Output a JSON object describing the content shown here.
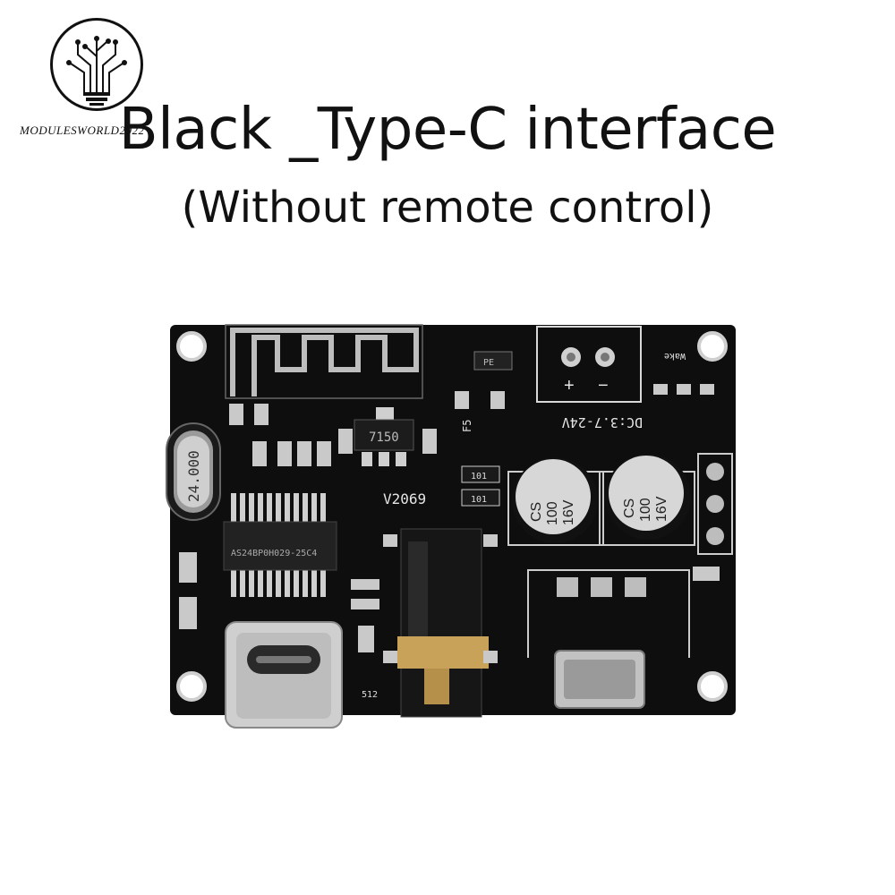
{
  "watermark": {
    "text": "MODULESWORLD2022",
    "logo_icon": "circuit-bulb-icon"
  },
  "heading": {
    "title": "Black _Type-C interface",
    "subtitle": "(Without remote control)"
  },
  "board": {
    "crystal": "24.000",
    "chip": "AS24BP0H029-25C4",
    "regulator": "7150",
    "model": "V2069",
    "power_label": "DC:3.7-24V",
    "terminal_plus": "+",
    "terminal_minus": "−",
    "cap_label": [
      "CS",
      "100",
      "16V"
    ],
    "wake_label": "Wake",
    "resistor_a": "101",
    "resistor_b": "101",
    "resistor_c": "512",
    "diode": "PE",
    "fuse": "F5",
    "colors": {
      "pcb": "#0e0e0e",
      "silk": "#e6e6e6",
      "pad": "#c9c9c9",
      "gold": "#c9a25a"
    }
  }
}
